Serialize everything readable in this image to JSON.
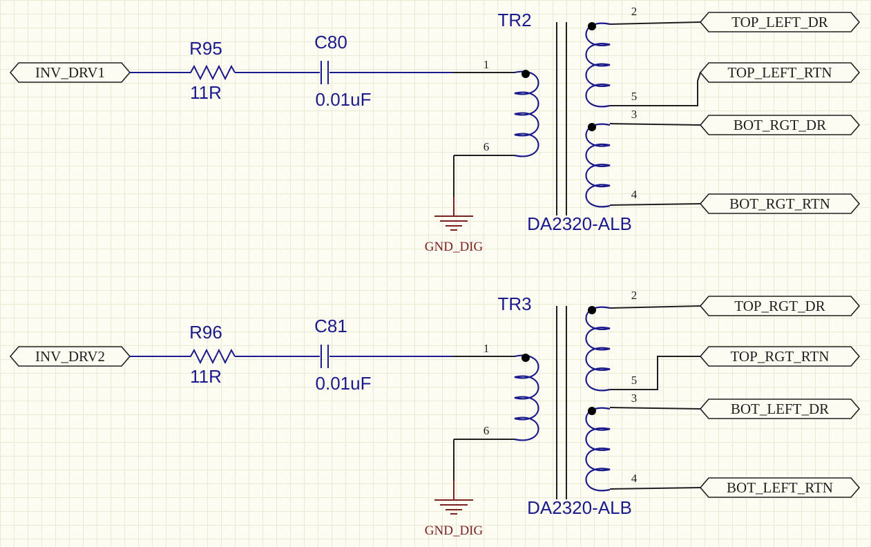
{
  "colors": {
    "background": "#fdfcf2",
    "grid": "#ebe8d6",
    "component": "#1a1a8c",
    "wire": "#1e1e1e",
    "ground": "#7a1e1e"
  },
  "circuit1": {
    "input_port": "INV_DRV1",
    "resistor": {
      "designator": "R95",
      "value": "11R"
    },
    "capacitor": {
      "designator": "C80",
      "value": "0.01uF"
    },
    "transformer": {
      "designator": "TR2",
      "part": "DA2320-ALB",
      "pins": {
        "p1": "1",
        "p6": "6",
        "p2": "2",
        "p5": "5",
        "p3": "3",
        "p4": "4"
      }
    },
    "ground": "GND_DIG",
    "outputs": [
      "TOP_LEFT_DR",
      "TOP_LEFT_RTN",
      "BOT_RGT_DR",
      "BOT_RGT_RTN"
    ]
  },
  "circuit2": {
    "input_port": "INV_DRV2",
    "resistor": {
      "designator": "R96",
      "value": "11R"
    },
    "capacitor": {
      "designator": "C81",
      "value": "0.01uF"
    },
    "transformer": {
      "designator": "TR3",
      "part": "DA2320-ALB",
      "pins": {
        "p1": "1",
        "p6": "6",
        "p2": "2",
        "p5": "5",
        "p3": "3",
        "p4": "4"
      }
    },
    "ground": "GND_DIG",
    "outputs": [
      "TOP_RGT_DR",
      "TOP_RGT_RTN",
      "BOT_LEFT_DR",
      "BOT_LEFT_RTN"
    ]
  }
}
